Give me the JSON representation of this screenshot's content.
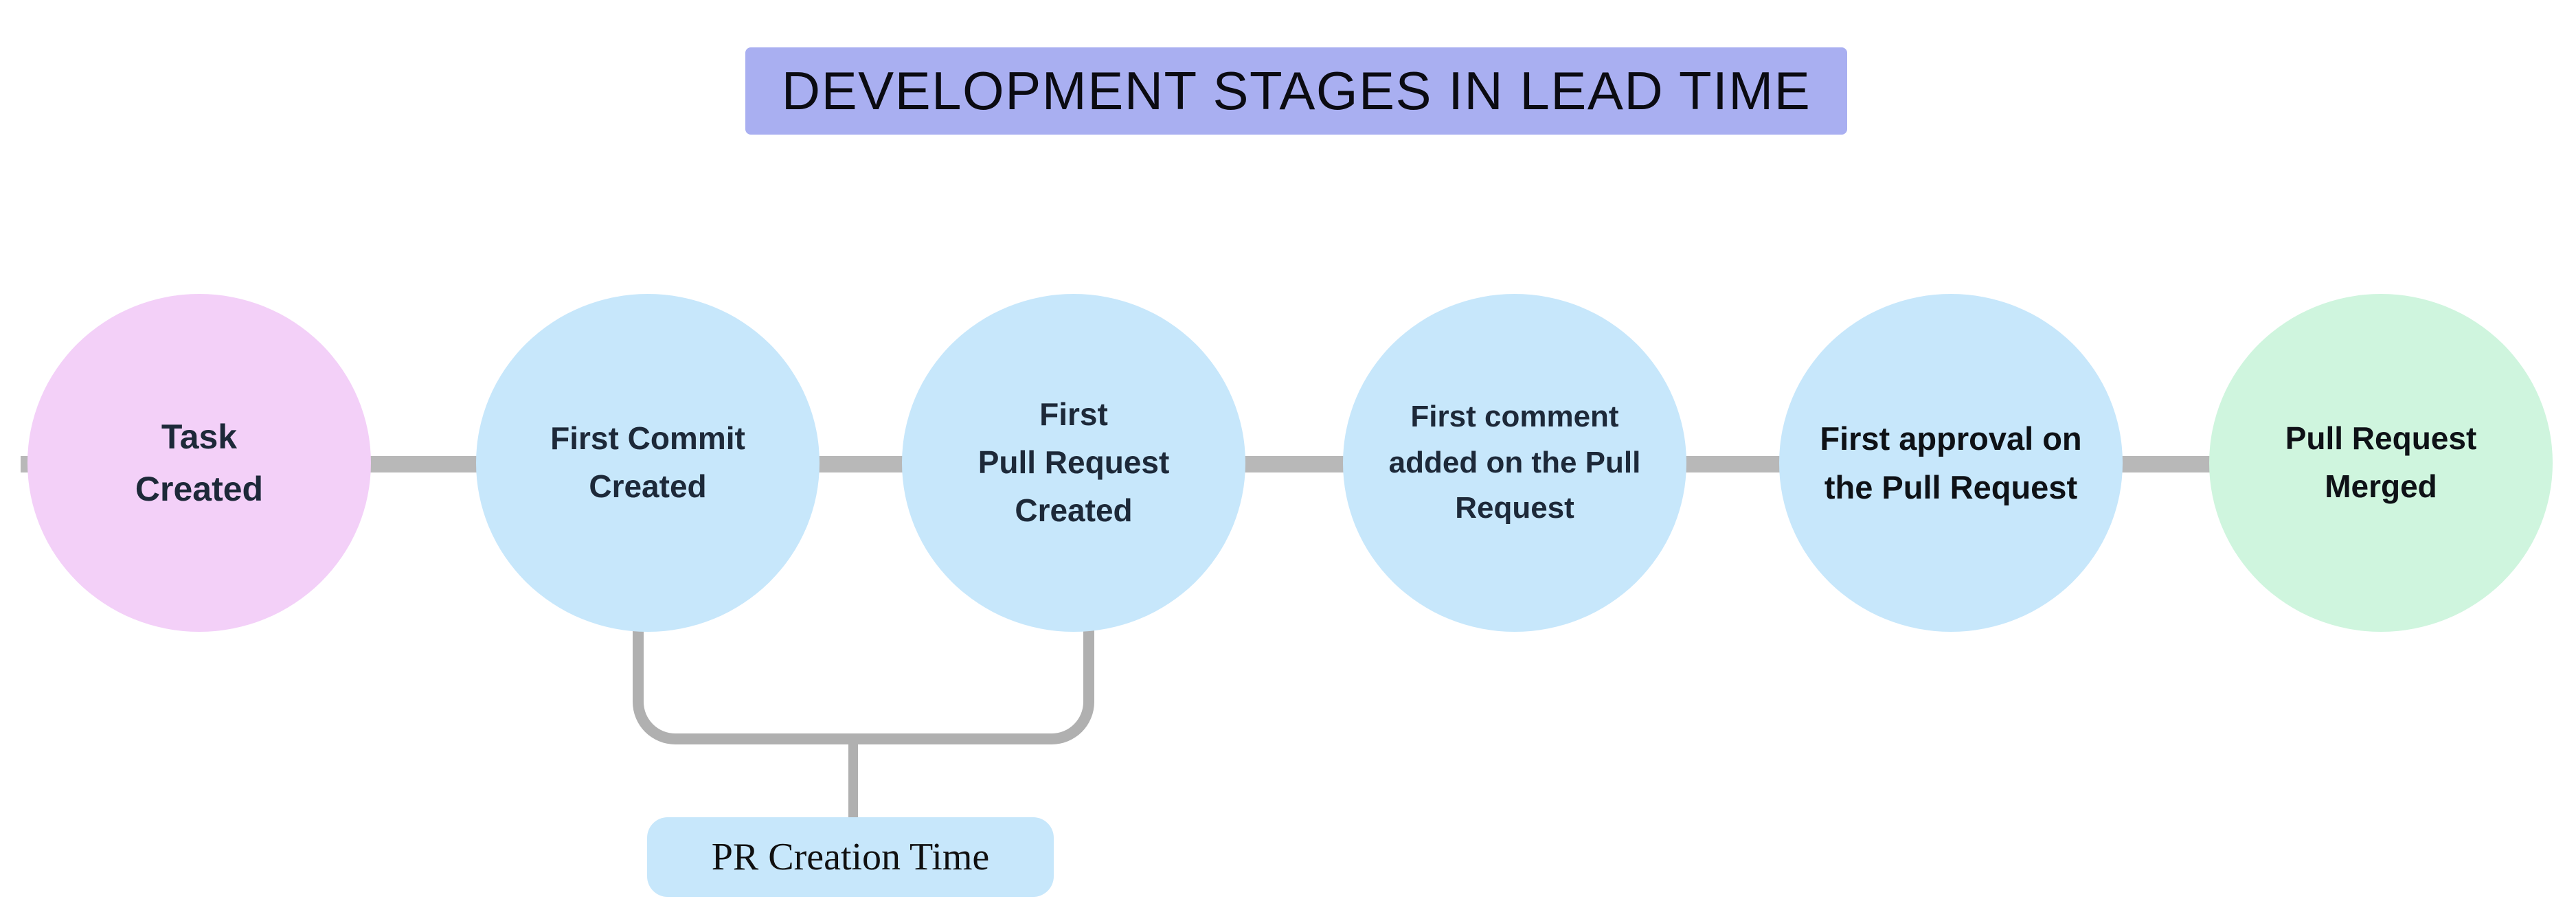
{
  "title": {
    "text": "DEVELOPMENT STAGES IN LEAD TIME",
    "bg_color": "#A9AFF1",
    "text_color": "#0B0B12"
  },
  "connector": {
    "color": "#B8B8B8"
  },
  "stages": [
    {
      "id": "task-created",
      "label": "Task\nCreated",
      "fill": "#F3D0F8",
      "text_color": "#1D2939"
    },
    {
      "id": "first-commit-created",
      "label": "First Commit\nCreated",
      "fill": "#C7E7FB",
      "text_color": "#1D2939"
    },
    {
      "id": "first-pull-request-created",
      "label": "First\nPull Request\nCreated",
      "fill": "#C7E7FB",
      "text_color": "#1D2939"
    },
    {
      "id": "first-comment-added-on-pr",
      "label": "First comment\nadded on the Pull\nRequest",
      "fill": "#C7E7FB",
      "text_color": "#1D2939"
    },
    {
      "id": "first-approval-on-pr",
      "label": "First approval on\nthe Pull Request",
      "fill": "#C7E7FB",
      "text_color": "#0E1116"
    },
    {
      "id": "pull-request-merged",
      "label": "Pull Request\nMerged",
      "fill": "#CFF5DE",
      "text_color": "#0E1116"
    }
  ],
  "annotation": {
    "label": "PR Creation Time",
    "bg_color": "#C7E7FB",
    "text_color": "#101010",
    "bracket_color": "#B0B0B0",
    "spans_stages": [
      "first-commit-created",
      "first-pull-request-created"
    ]
  }
}
